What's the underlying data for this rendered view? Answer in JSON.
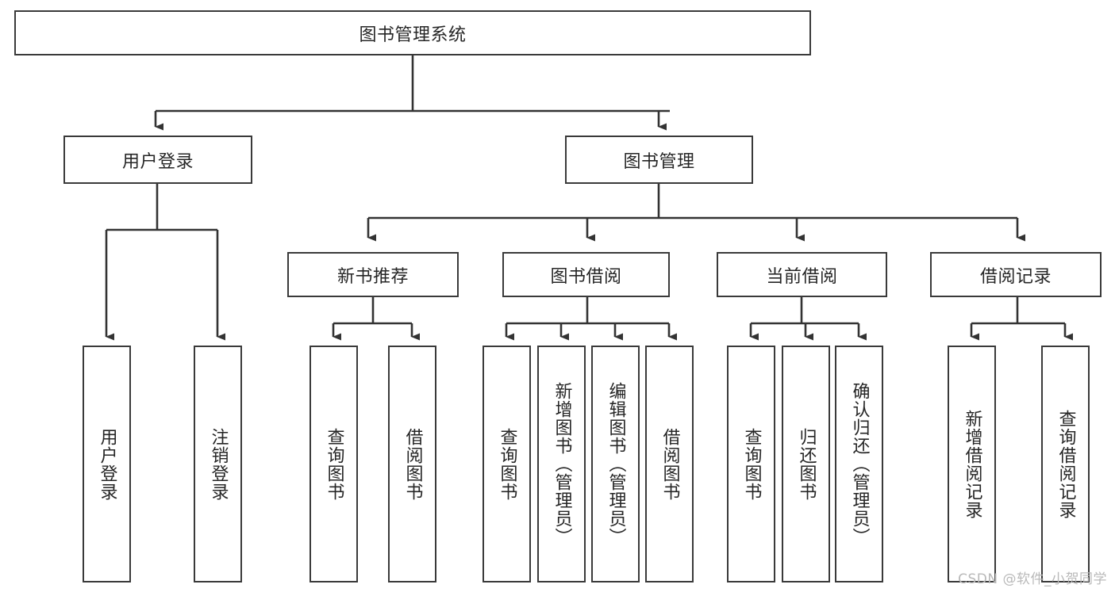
{
  "diagram": {
    "type": "tree-hierarchy",
    "title": "图书管理系统",
    "orientation": "top-down",
    "colors": {
      "box_border": "#3a3a3a",
      "box_fill": "#ffffff",
      "connector": "#333333",
      "text": "#262626",
      "watermark": "#b9b9b9",
      "background": "#ffffff"
    },
    "nodes": {
      "root": {
        "label": "图书管理系统",
        "level": 1,
        "orientation": "horizontal"
      },
      "user_login": {
        "label": "用户登录",
        "level": 2,
        "orientation": "horizontal"
      },
      "book_manage": {
        "label": "图书管理",
        "level": 2,
        "orientation": "horizontal"
      },
      "new_book_rec": {
        "label": "新书推荐",
        "level": 3,
        "orientation": "horizontal"
      },
      "book_borrow": {
        "label": "图书借阅",
        "level": 3,
        "orientation": "horizontal"
      },
      "current_borrow": {
        "label": "当前借阅",
        "level": 3,
        "orientation": "horizontal"
      },
      "borrow_record": {
        "label": "借阅记录",
        "level": 3,
        "orientation": "horizontal"
      },
      "leaf_user_login": {
        "label": "用户登录",
        "level": 3,
        "orientation": "vertical",
        "parent": "用户登录"
      },
      "leaf_logout": {
        "label": "注销登录",
        "level": 3,
        "orientation": "vertical",
        "parent": "用户登录"
      },
      "leaf_query_book_1": {
        "label": "查询图书",
        "level": 4,
        "orientation": "vertical",
        "parent": "新书推荐"
      },
      "leaf_borrow_book_1": {
        "label": "借阅图书",
        "level": 4,
        "orientation": "vertical",
        "parent": "新书推荐"
      },
      "leaf_query_book_2": {
        "label": "查询图书",
        "level": 4,
        "orientation": "vertical",
        "parent": "图书借阅"
      },
      "leaf_add_book": {
        "label": "新增图书（管理员）",
        "level": 4,
        "orientation": "vertical",
        "parent": "图书借阅"
      },
      "leaf_edit_book": {
        "label": "编辑图书（管理员）",
        "level": 4,
        "orientation": "vertical",
        "parent": "图书借阅"
      },
      "leaf_borrow_book_2": {
        "label": "借阅图书",
        "level": 4,
        "orientation": "vertical",
        "parent": "图书借阅"
      },
      "leaf_query_book_3": {
        "label": "查询图书",
        "level": 4,
        "orientation": "vertical",
        "parent": "当前借阅"
      },
      "leaf_return_book": {
        "label": "归还图书",
        "level": 4,
        "orientation": "vertical",
        "parent": "当前借阅"
      },
      "leaf_confirm_return": {
        "label": "确认归还（管理员）",
        "level": 4,
        "orientation": "vertical",
        "parent": "当前借阅"
      },
      "leaf_add_record": {
        "label": "新增借阅记录",
        "level": 4,
        "orientation": "vertical",
        "parent": "借阅记录"
      },
      "leaf_query_record": {
        "label": "查询借阅记录",
        "level": 4,
        "orientation": "vertical",
        "parent": "借阅记录"
      }
    },
    "edges": [
      {
        "from": "图书管理系统",
        "to": "用户登录"
      },
      {
        "from": "图书管理系统",
        "to": "图书管理"
      },
      {
        "from": "用户登录",
        "to": "用户登录"
      },
      {
        "from": "用户登录",
        "to": "注销登录"
      },
      {
        "from": "图书管理",
        "to": "新书推荐"
      },
      {
        "from": "图书管理",
        "to": "图书借阅"
      },
      {
        "from": "图书管理",
        "to": "当前借阅"
      },
      {
        "from": "图书管理",
        "to": "借阅记录"
      },
      {
        "from": "新书推荐",
        "to": "查询图书"
      },
      {
        "from": "新书推荐",
        "to": "借阅图书"
      },
      {
        "from": "图书借阅",
        "to": "查询图书"
      },
      {
        "from": "图书借阅",
        "to": "新增图书（管理员）"
      },
      {
        "from": "图书借阅",
        "to": "编辑图书（管理员）"
      },
      {
        "from": "图书借阅",
        "to": "借阅图书"
      },
      {
        "from": "当前借阅",
        "to": "查询图书"
      },
      {
        "from": "当前借阅",
        "to": "归还图书"
      },
      {
        "from": "当前借阅",
        "to": "确认归还（管理员）"
      },
      {
        "from": "借阅记录",
        "to": "新增借阅记录"
      },
      {
        "from": "借阅记录",
        "to": "查询借阅记录"
      }
    ]
  },
  "watermark": {
    "text": "CSDN @软件_小贺同学"
  }
}
